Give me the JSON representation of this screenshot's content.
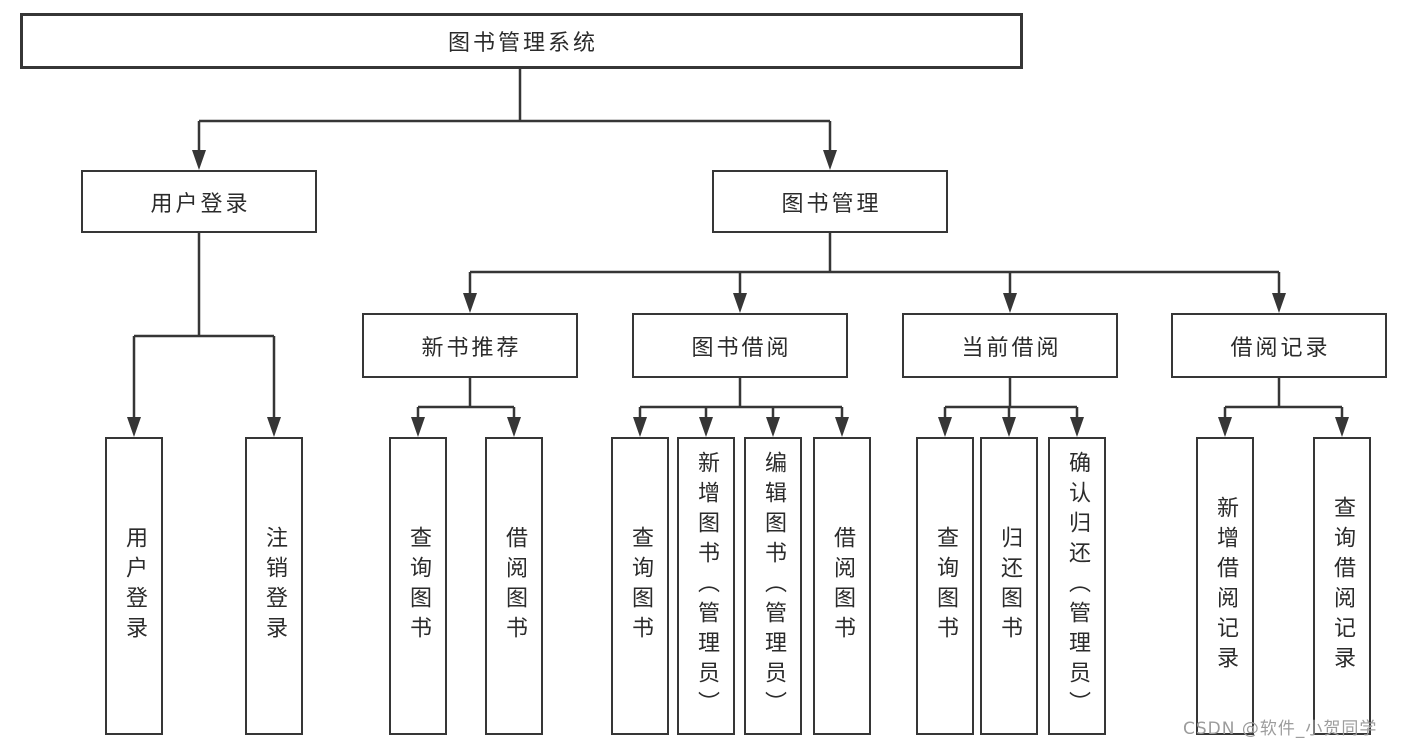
{
  "diagram": {
    "root": {
      "label": "图书管理系统"
    },
    "branches": [
      {
        "label": "用户登录",
        "children": [
          {
            "label": "用户登录"
          },
          {
            "label": "注销登录"
          }
        ]
      },
      {
        "label": "图书管理",
        "children": [
          {
            "label": "新书推荐",
            "children": [
              {
                "label": "查询图书"
              },
              {
                "label": "借阅图书"
              }
            ]
          },
          {
            "label": "图书借阅",
            "children": [
              {
                "label": "查询图书"
              },
              {
                "label": "新增图书（管理员）"
              },
              {
                "label": "编辑图书（管理员）"
              },
              {
                "label": "借阅图书"
              }
            ]
          },
          {
            "label": "当前借阅",
            "children": [
              {
                "label": "查询图书"
              },
              {
                "label": "归还图书"
              },
              {
                "label": "确认归还（管理员）"
              }
            ]
          },
          {
            "label": "借阅记录",
            "children": [
              {
                "label": "新增借阅记录"
              },
              {
                "label": "查询借阅记录"
              }
            ]
          }
        ]
      }
    ]
  },
  "watermark": {
    "text": "CSDN @软件_小贺同学"
  },
  "colors": {
    "line": "#363636",
    "box_border": "#363636",
    "text": "#2b2b2b",
    "watermark": "#9c9c9c",
    "background": "#ffffff"
  }
}
